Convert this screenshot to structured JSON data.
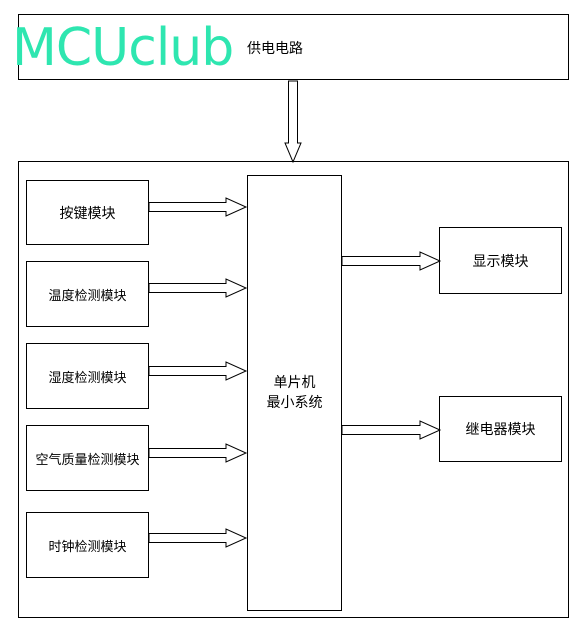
{
  "watermark": "MCUclub",
  "power": {
    "label": "供电电路"
  },
  "mcu": {
    "label": "单片机\n最小系统"
  },
  "inputs": [
    {
      "label": "按键模块"
    },
    {
      "label": "温度检测模块"
    },
    {
      "label": "湿度检测模块"
    },
    {
      "label": "空气质量检测模块"
    },
    {
      "label": "时钟检测模块"
    }
  ],
  "outputs": [
    {
      "label": "显示模块"
    },
    {
      "label": "继电器模块"
    }
  ]
}
